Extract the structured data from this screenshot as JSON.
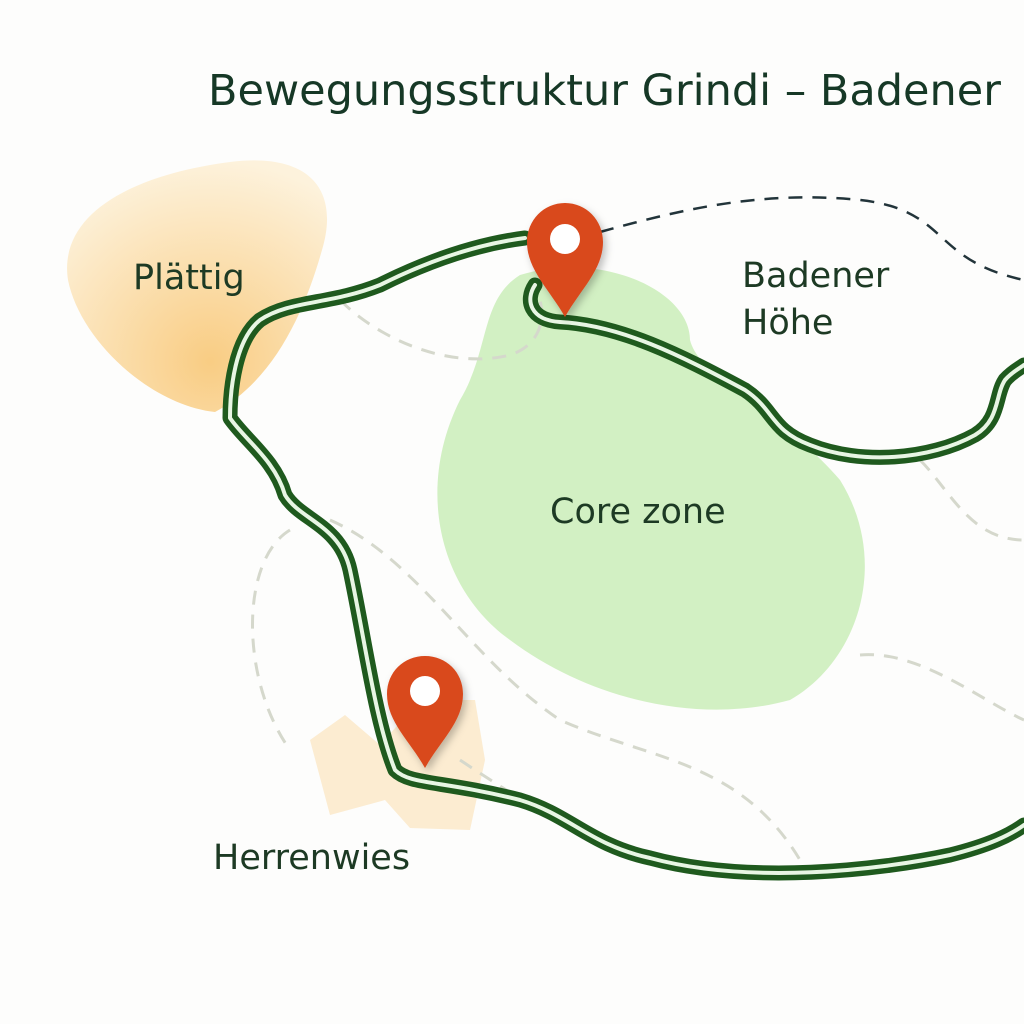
{
  "title": "Bewegungsstruktur Grindi – Badener",
  "labels": {
    "plaettig": "Plättig",
    "badener_hoehe_line1": "Badener",
    "badener_hoehe_line2": "Höhe",
    "core_zone": "Core zone",
    "herrenwies": "Herrenwies"
  },
  "colors": {
    "route": "#1f5a1e",
    "route_highlight": "#e8f6e4",
    "core_zone": "#cdeebd",
    "plaettig_area": "#f8c97a",
    "pin": "#d9481c",
    "dashed_trail": "#d5d8cc",
    "dashed_boundary": "#22343a"
  },
  "markers": [
    {
      "name": "pin-badener-hoehe",
      "icon": "map-pin-icon"
    },
    {
      "name": "pin-herrenwies",
      "icon": "map-pin-icon"
    }
  ]
}
